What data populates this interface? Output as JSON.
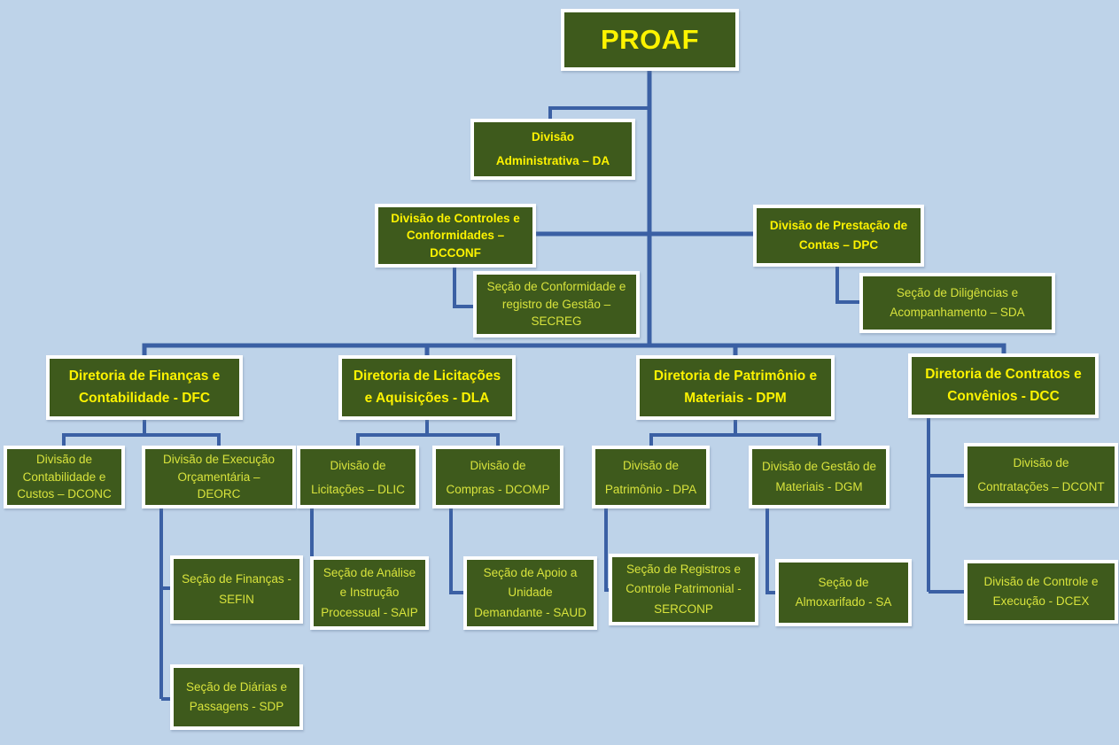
{
  "diagram": {
    "type": "organizational-chart",
    "root_title": "PROAF"
  },
  "colors": {
    "background": "#bed3e9",
    "node_fill": "#3e5a1c",
    "node_border": "#ffffff",
    "connector": "#3b60a4",
    "text_bold": "#fdf300",
    "text_regular": "#d8e33c"
  },
  "nodes": {
    "proaf": {
      "label": "PROAF"
    },
    "da": {
      "label": "Divisão\nAdministrativa – DA"
    },
    "dcconf": {
      "label": "Divisão de Controles e\nConformidades –\nDCCONF"
    },
    "dpc": {
      "label": "Divisão de Prestação de\nContas – DPC"
    },
    "secreg": {
      "label": "Seção de Conformidade e\nregistro de Gestão –\nSECREG"
    },
    "sda": {
      "label": "Seção de Diligências e\nAcompanhamento – SDA"
    },
    "dfc": {
      "label": "Diretoria de Finanças e\nContabilidade - DFC"
    },
    "dla": {
      "label": "Diretoria de Licitações\ne Aquisições - DLA"
    },
    "dpm": {
      "label": "Diretoria de Patrimônio e\nMateriais - DPM"
    },
    "dcc": {
      "label": "Diretoria de Contratos e\nConvênios - DCC"
    },
    "dconc": {
      "label": "Divisão de\nContabilidade e\nCustos – DCONC"
    },
    "deorc": {
      "label": "Divisão de Execução\nOrçamentária –\nDEORC"
    },
    "dlic": {
      "label": "Divisão de\nLicitações – DLIC"
    },
    "dcomp": {
      "label": "Divisão de\nCompras - DCOMP"
    },
    "dpa": {
      "label": "Divisão de\nPatrimônio - DPA"
    },
    "dgm": {
      "label": "Divisão de Gestão de\nMateriais - DGM"
    },
    "dcont": {
      "label": "Divisão de\nContratações – DCONT"
    },
    "sefin": {
      "label": "Seção de Finanças -\nSEFIN"
    },
    "saip": {
      "label": "Seção de Análise\ne Instrução\nProcessual - SAIP"
    },
    "saud": {
      "label": "Seção de Apoio a\nUnidade\nDemandante - SAUD"
    },
    "serconp": {
      "label": "Seção de Registros e\nControle Patrimonial -\nSERCONP"
    },
    "sa": {
      "label": "Seção de\nAlmoxarifado - SA"
    },
    "dcex": {
      "label": "Divisão de Controle e\nExecução - DCEX"
    },
    "sdp": {
      "label": "Seção de Diárias e\nPassagens - SDP"
    }
  }
}
